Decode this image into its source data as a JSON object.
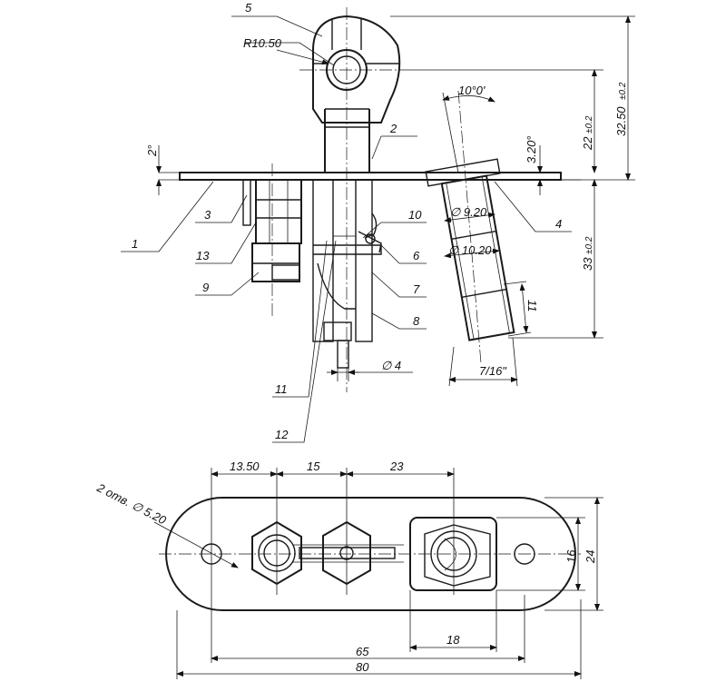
{
  "callouts": {
    "c1": "1",
    "c2": "2",
    "c3": "3",
    "c4": "4",
    "c5": "5",
    "c6": "6",
    "c7": "7",
    "c8": "8",
    "c9": "9",
    "c10": "10",
    "c11": "11",
    "c12": "12",
    "c13": "13"
  },
  "side_view_dims": {
    "radius": "R10.50",
    "angle": "10°0'",
    "plate_angle": "2°",
    "offset": "3.20°",
    "height_total": "32.50",
    "height_total_tol": "±0.2",
    "height_upper": "22",
    "height_upper_tol": "±0.2",
    "height_lower": "33",
    "height_lower_tol": "±0.2",
    "dia_inner": "∅ 9.20",
    "dia_outer": "∅ 10.20",
    "dia_tip": "∅ 4",
    "tube_len": "11",
    "thread": "7/16\""
  },
  "plan_view_dims": {
    "holes": "2 отв. ∅ 5.20",
    "span_a": "13.50",
    "span_b": "15",
    "span_c": "23",
    "width_inner": "16",
    "width_outer": "24",
    "square": "18",
    "hole_pitch": "65",
    "overall_length": "80"
  }
}
